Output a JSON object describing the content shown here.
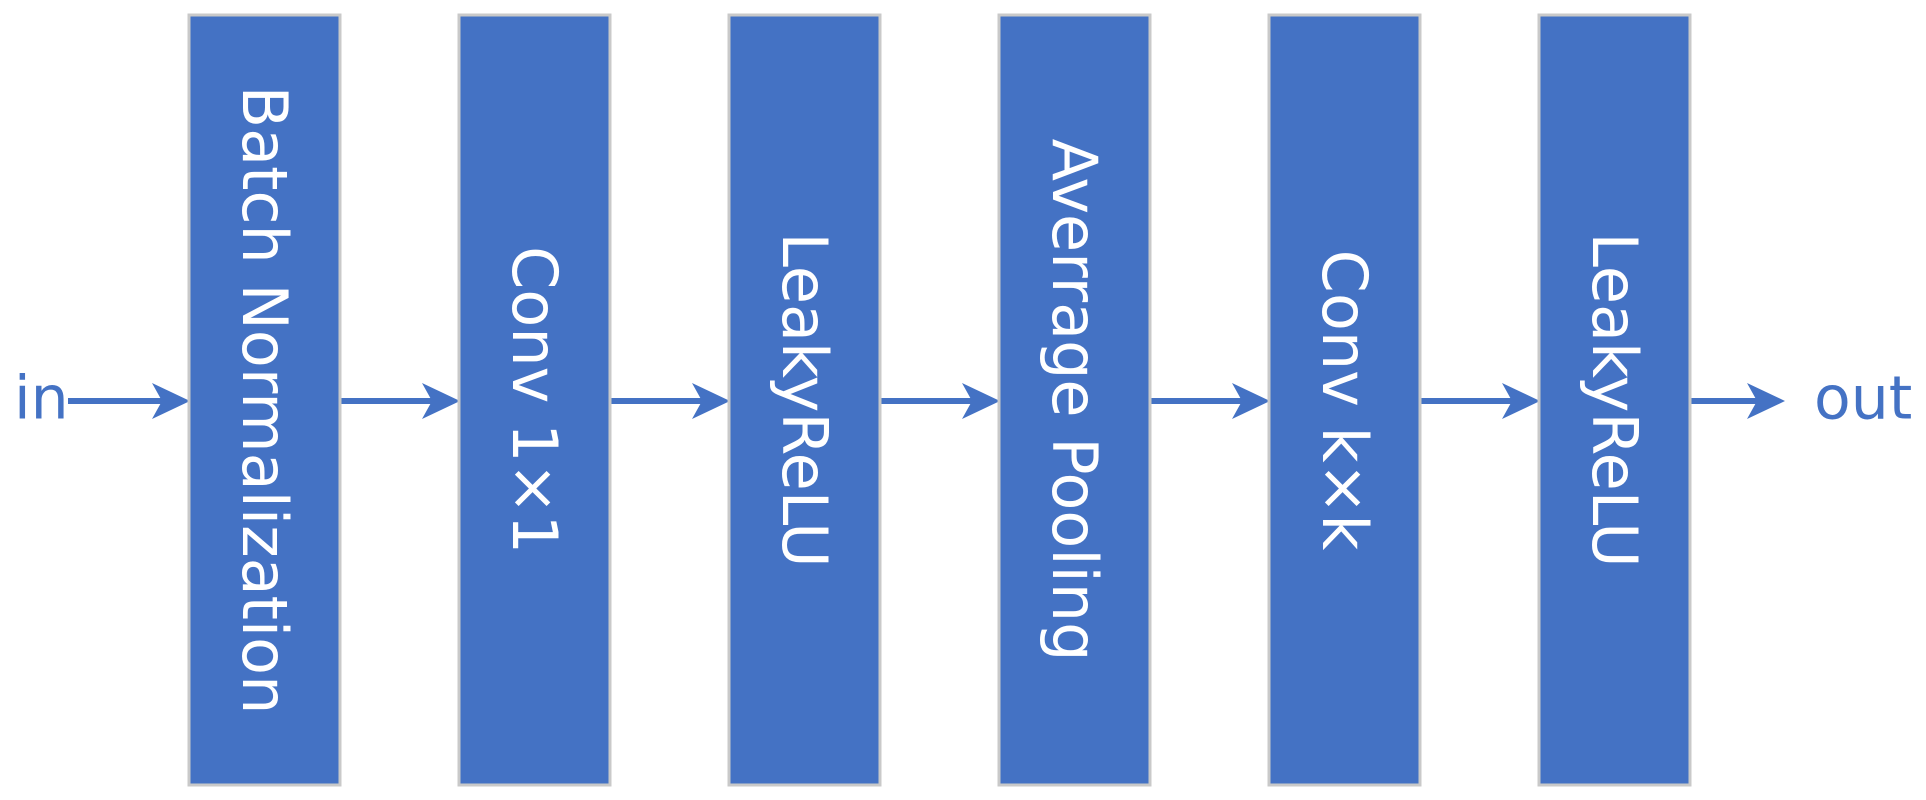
{
  "diagram": {
    "input_label": "in",
    "output_label": "out",
    "blocks": [
      {
        "label": "Batch Normalization"
      },
      {
        "label": "Conv 1×1"
      },
      {
        "label": "LeakyReLU"
      },
      {
        "label": "Averrage Pooling"
      },
      {
        "label": "Conv k×k"
      },
      {
        "label": "LeakyReLU"
      }
    ],
    "colors": {
      "block_fill": "#4472c4",
      "block_border": "#c9c9c9",
      "block_text": "#ffffff",
      "arrow": "#4472c4"
    }
  }
}
